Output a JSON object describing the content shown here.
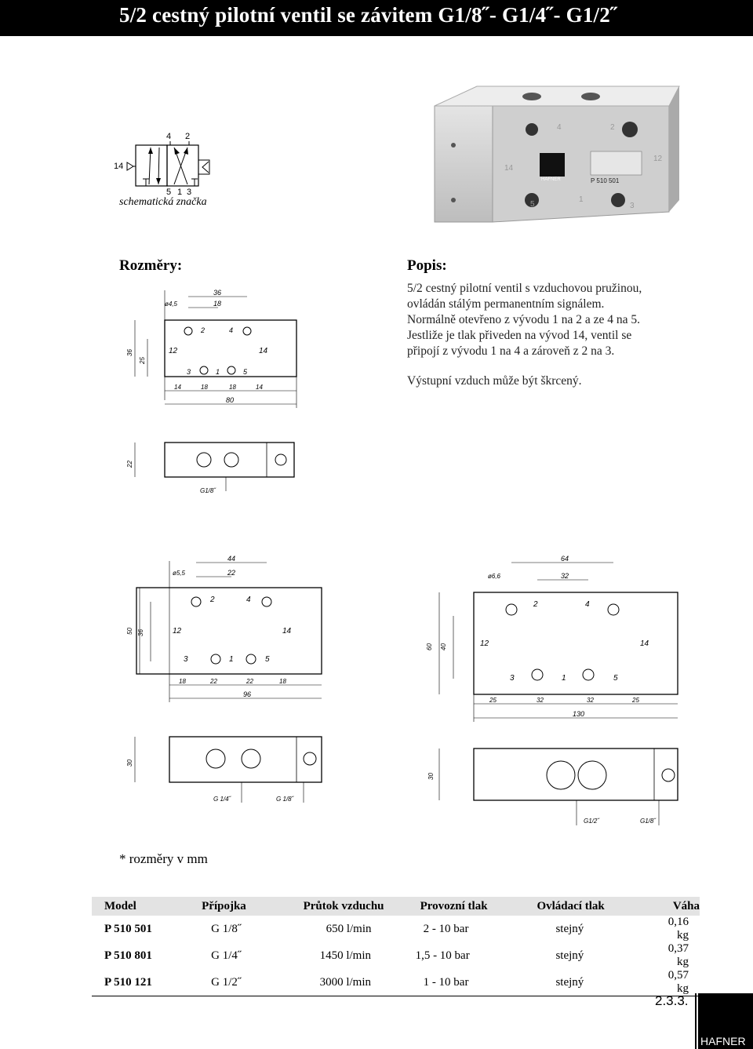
{
  "header": {
    "title": "5/2 cestný pilotní ventil se závitem G1/8˝- G1/4˝- G1/2˝"
  },
  "symbol": {
    "caption": "schematická značka",
    "port_top_left": "4",
    "port_top_right": "2",
    "port_pilot": "14",
    "port_bottom_1": "5",
    "port_bottom_2": "1",
    "port_bottom_3": "3"
  },
  "photo": {
    "brand": "HAFNER",
    "label": "P 510 501",
    "ports": [
      "4",
      "2",
      "14",
      "12",
      "5",
      "1",
      "3"
    ]
  },
  "dimensions_heading": "Rozměry:",
  "description": {
    "heading": "Popis:",
    "lines": [
      "5/2 cestný pilotní ventil s vzduchovou pružinou,",
      "ovládán stálým permanentním signálem.",
      "Normálně otevřeno  z vývodu  1 na 2 a ze 4 na 5.",
      "Jestliže je tlak přiveden na vývod 14, ventil se",
      "připojí z vývodu 1 na 4 a zároveň z  2  na  3."
    ],
    "note": "Výstupní vzduch může být škrcený."
  },
  "drawing_small": {
    "dim_total": "80",
    "dim_36": "36",
    "dim_18": "18",
    "dim_hole": "ø4,5",
    "dim_height": "36",
    "dim_inner": "25",
    "bottom_dims": [
      "14",
      "18",
      "18",
      "14"
    ],
    "ports_top": [
      "2",
      "4"
    ],
    "ports_bottom": [
      "3",
      "1",
      "5"
    ],
    "port_left": "12",
    "port_right": "14",
    "side_height": "22",
    "thread": "G1/8˝"
  },
  "drawing_medium": {
    "dim_total": "96",
    "dim_44": "44",
    "dim_22": "22",
    "dim_hole": "ø5,5",
    "dim_height": "50",
    "dim_inner": "36",
    "bottom_dims": [
      "18",
      "22",
      "22",
      "18"
    ],
    "ports_top": [
      "2",
      "4"
    ],
    "ports_bottom": [
      "3",
      "1",
      "5"
    ],
    "port_left": "12",
    "port_right": "14",
    "side_height": "30",
    "thread_big": "G 1/4˝",
    "thread_small": "G 1/8˝"
  },
  "drawing_large": {
    "dim_total": "130",
    "dim_64": "64",
    "dim_32": "32",
    "dim_hole": "ø6,6",
    "dim_height": "60",
    "dim_inner": "40",
    "bottom_dims": [
      "25",
      "32",
      "32",
      "25"
    ],
    "ports_top": [
      "2",
      "4"
    ],
    "ports_bottom": [
      "3",
      "1",
      "5"
    ],
    "port_left": "12",
    "port_right": "14",
    "side_height": "30",
    "thread_big": "G1/2˝",
    "thread_small": "G1/8˝"
  },
  "units_note": "* rozměry v mm",
  "table": {
    "headers": [
      "Model",
      "Přípojka",
      "Průtok vzduchu",
      "Provozní tlak",
      "Ovládací tlak",
      "Váha"
    ],
    "rows": [
      [
        "P 510 501",
        "G 1/8˝",
        "650 l/min",
        "2 - 10 bar",
        "stejný",
        "0,16 kg"
      ],
      [
        "P 510 801",
        "G 1/4˝",
        "1450 l/min",
        "1,5 - 10 bar",
        "stejný",
        "0,37 kg"
      ],
      [
        "P 510 121",
        "G 1/2˝",
        "3000 l/min",
        "1 - 10 bar",
        "stejný",
        "0,57 kg"
      ]
    ]
  },
  "footer": {
    "page_number": "2.3.3.",
    "brand": "HAFNER"
  }
}
